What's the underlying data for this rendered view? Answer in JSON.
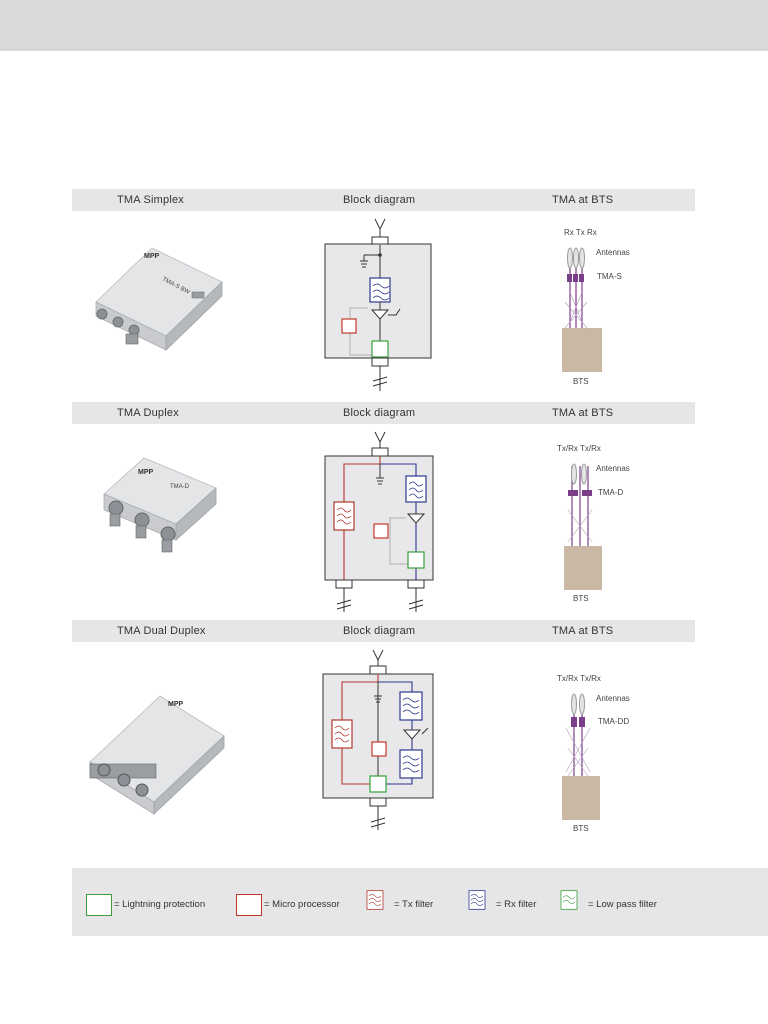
{
  "colors": {
    "header_bg": "#e6e6e8",
    "lightning": "#3a9e3a",
    "micro": "#c0392b",
    "tx": "#b03a2e",
    "rx": "#2e3a8c",
    "lowpass": "#3a9e3a",
    "feeder": "#7b3f8a"
  },
  "rows": [
    {
      "header": {
        "col1": "TMA Simplex",
        "col2": "Block diagram",
        "col3": "TMA at BTS"
      },
      "device_label": "TMA-S BW",
      "bts": {
        "top_label": "Rx Tx Rx",
        "antennas": "Antennas",
        "tma": "TMA-S",
        "bts": "BTS"
      }
    },
    {
      "header": {
        "col1": "TMA Duplex",
        "col2": "Block diagram",
        "col3": "TMA at BTS"
      },
      "device_label": "TMA-D",
      "bts": {
        "top_label": "Tx/Rx  Tx/Rx",
        "antennas": "Antennas",
        "tma": "TMA-D",
        "bts": "BTS"
      }
    },
    {
      "header": {
        "col1": "TMA Dual Duplex",
        "col2": "Block diagram",
        "col3": "TMA at BTS"
      },
      "device_label": "",
      "bts": {
        "top_label": "Tx/Rx  Tx/Rx",
        "antennas": "Antennas",
        "tma": "TMA-DD",
        "bts": "BTS"
      }
    }
  ],
  "legend": [
    {
      "label": "= Lightning protection",
      "icon": "lightning-protection-box"
    },
    {
      "label": "=  Micro processor",
      "icon": "micro-processor-box"
    },
    {
      "label": "=  Tx filter",
      "icon": "tx-filter-icon"
    },
    {
      "label": "=  Rx filter",
      "icon": "rx-filter-icon"
    },
    {
      "label": "=  Low pass filter",
      "icon": "low-pass-filter-icon"
    }
  ]
}
